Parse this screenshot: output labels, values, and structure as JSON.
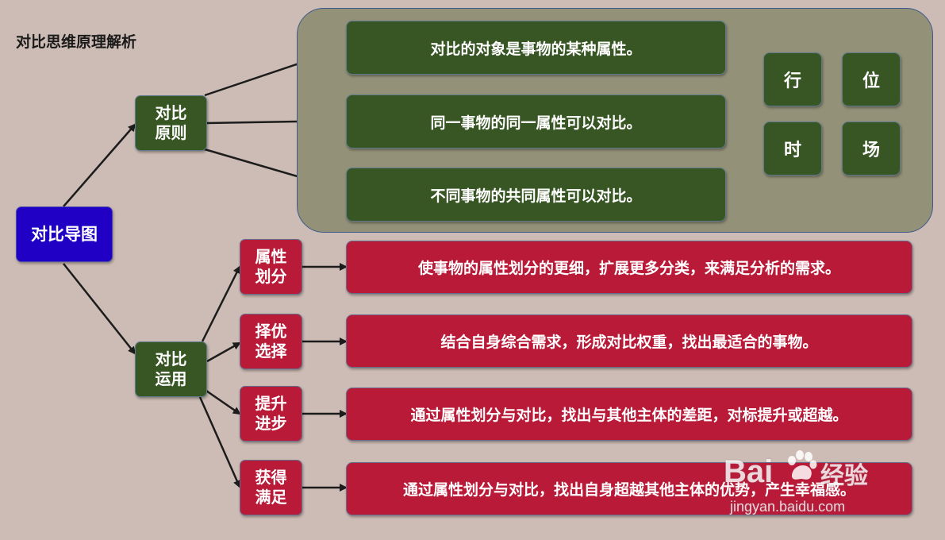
{
  "title": "对比思维原理解析",
  "root": "对比导图",
  "principle": {
    "label": "对比\n原则",
    "items": [
      "对比的对象是事物的某种属性。",
      "同一事物的同一属性可以对比。",
      "不同事物的共同属性可以对比。"
    ],
    "tags": [
      "行",
      "位",
      "时",
      "场"
    ]
  },
  "application": {
    "label": "对比\n运用",
    "items": [
      {
        "label": "属性\n划分",
        "text": "使事物的属性划分的更细，扩展更多分类，来满足分析的需求。"
      },
      {
        "label": "择优\n选择",
        "text": "结合自身综合需求，形成对比权重，找出最适合的事物。"
      },
      {
        "label": "提升\n进步",
        "text": "通过属性划分与对比，找出与其他主体的差距，对标提升或超越。"
      },
      {
        "label": "获得\n满足",
        "text": "通过属性划分与对比，找出自身超越其他主体的优势，产生幸福感。"
      }
    ]
  },
  "watermark": {
    "brand": "Bai",
    "suffix": "经验",
    "url": "jingyan.baidu.com"
  },
  "colors": {
    "green": "#375623",
    "red": "#b81a38",
    "blue": "#1f00c4",
    "panel": "#939178"
  }
}
